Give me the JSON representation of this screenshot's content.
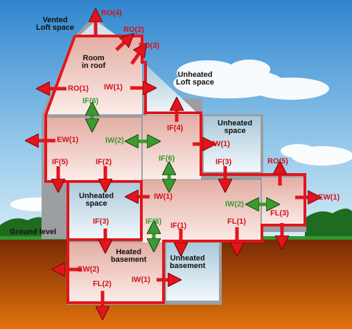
{
  "regions": {
    "vented_loft": "Vented\nLoft space",
    "room_in_roof": "Room\nin roof",
    "unheated_loft": "Unheated\nLoft space",
    "unheated_space_right": "Unheated\nspace",
    "unheated_space_left": "Unheated\nspace",
    "heated_basement": "Heated\nbasement",
    "unheated_basement": "Unheated\nbasement",
    "ground_level": "Ground level"
  },
  "labels": {
    "ro4": "RO(4)",
    "ro2": "RO(2)",
    "ro3": "RO(3)",
    "ro1": "RO(1)",
    "ro5": "RO(5)",
    "iw1_roof": "IW(1)",
    "if6_top": "IF(6)",
    "ew1_left": "EW(1)",
    "iw2_top": "IW(2)",
    "if4": "IF(4)",
    "iw1_right": "IW(1)",
    "if5": "IF(5)",
    "if2": "IF(2)",
    "if6_mid": "IF(6)",
    "if3_right": "IF(3)",
    "iw1_mid": "IW(1)",
    "iw2_right": "IW(2)",
    "ew1_right": "EW(1)",
    "fl3": "FL(3)",
    "if3_left": "IF(3)",
    "if6_low": "IF(6)",
    "if1": "IF(1)",
    "fl1": "FL(1)",
    "ew2": "EW(2)",
    "fl2": "FL(2)",
    "iw1_base": "IW(1)"
  },
  "colors": {
    "heat_red": "#e3141c",
    "internal_green": "#3b9a30",
    "sky_top": "#3a8fd0",
    "earth": "#c35a08"
  }
}
